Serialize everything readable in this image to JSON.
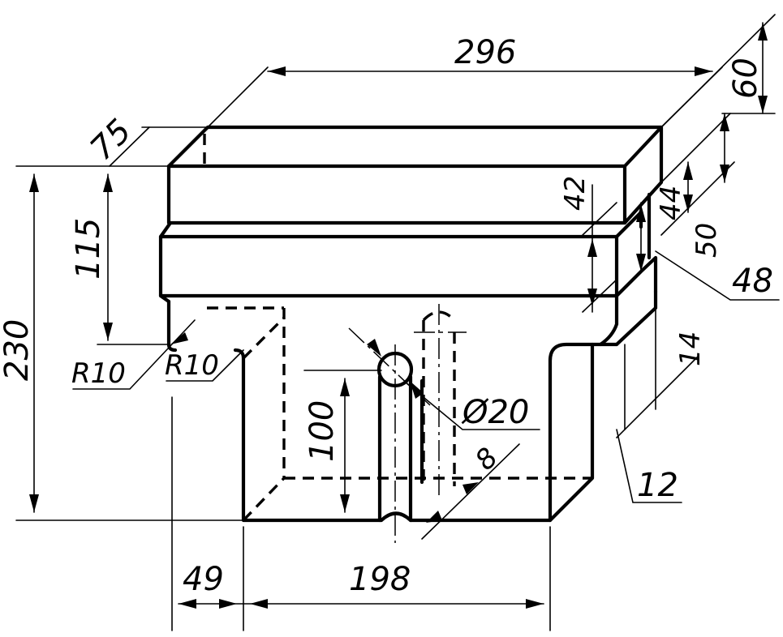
{
  "drawing": {
    "dimensions": {
      "length_top": "296",
      "depth_top": "75",
      "height_right": "60",
      "step_42": "42",
      "step_44": "44",
      "step_50": "50",
      "step_48": "48",
      "height_115": "115",
      "height_total": "230",
      "fillet_left": "R10",
      "fillet_inner": "R10",
      "hole_diameter": "Ø20",
      "slot_width": "8",
      "height_100": "100",
      "offset_14": "14",
      "offset_12": "12",
      "width_49": "49",
      "width_198": "198"
    }
  }
}
